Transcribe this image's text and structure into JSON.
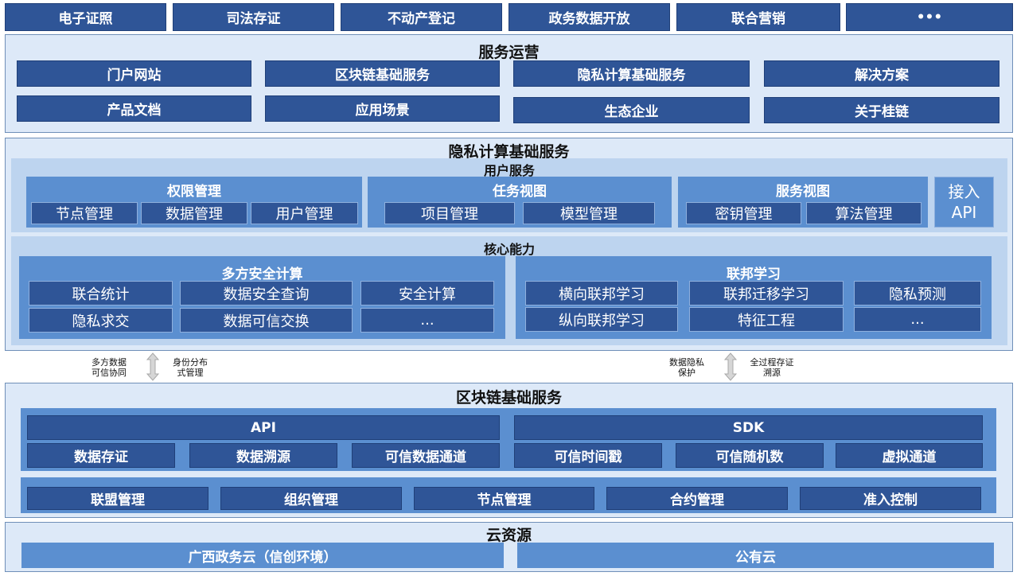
{
  "top_tabs": [
    "电子证照",
    "司法存证",
    "不动产登记",
    "政务数据开放",
    "联合营销",
    "•••"
  ],
  "service_ops": {
    "title": "服务运营",
    "row1": [
      "门户网站",
      "区块链基础服务",
      "隐私计算基础服务",
      "解决方案"
    ],
    "row2": [
      "产品文档",
      "应用场景",
      "生态企业",
      "关于桂链"
    ]
  },
  "privacy": {
    "title": "隐私计算基础服务",
    "user_services": {
      "title": "用户服务",
      "permission": {
        "title": "权限管理",
        "items": [
          "节点管理",
          "数据管理",
          "用户管理"
        ]
      },
      "task_view": {
        "title": "任务视图",
        "items": [
          "项目管理",
          "模型管理"
        ]
      },
      "service_view": {
        "title": "服务视图",
        "items": [
          "密钥管理",
          "算法管理"
        ]
      },
      "access_api": [
        "接入",
        "API"
      ]
    },
    "core": {
      "title": "核心能力",
      "mpc": {
        "title": "多方安全计算",
        "row1": [
          "联合统计",
          "数据安全查询",
          "安全计算"
        ],
        "row2": [
          "隐私求交",
          "数据可信交换",
          "..."
        ]
      },
      "fl": {
        "title": "联邦学习",
        "row1": [
          "横向联邦学习",
          "联邦迁移学习",
          "隐私预测"
        ],
        "row2": [
          "纵向联邦学习",
          "特征工程",
          "..."
        ]
      }
    }
  },
  "connectors": {
    "left_a": [
      "多方数据",
      "可信协同"
    ],
    "left_b": [
      "身份分布",
      "式管理"
    ],
    "right_a": [
      "数据隐私",
      "保护"
    ],
    "right_b": [
      "全过程存证",
      "溯源"
    ]
  },
  "blockchain": {
    "title": "区块链基础服务",
    "api_label": "API",
    "sdk_label": "SDK",
    "api_items": [
      "数据存证",
      "数据溯源",
      "可信数据通道"
    ],
    "sdk_items": [
      "可信时间戳",
      "可信随机数",
      "虚拟通道"
    ],
    "mgmt_items": [
      "联盟管理",
      "组织管理",
      "节点管理",
      "合约管理",
      "准入控制"
    ]
  },
  "cloud": {
    "title": "云资源",
    "items": [
      "广西政务云（信创环境）",
      "公有云"
    ]
  },
  "colors": {
    "dark": "#2f5597",
    "mid": "#5b8fd0",
    "light": "#bdd4ef",
    "panel": "#dde9f8"
  }
}
